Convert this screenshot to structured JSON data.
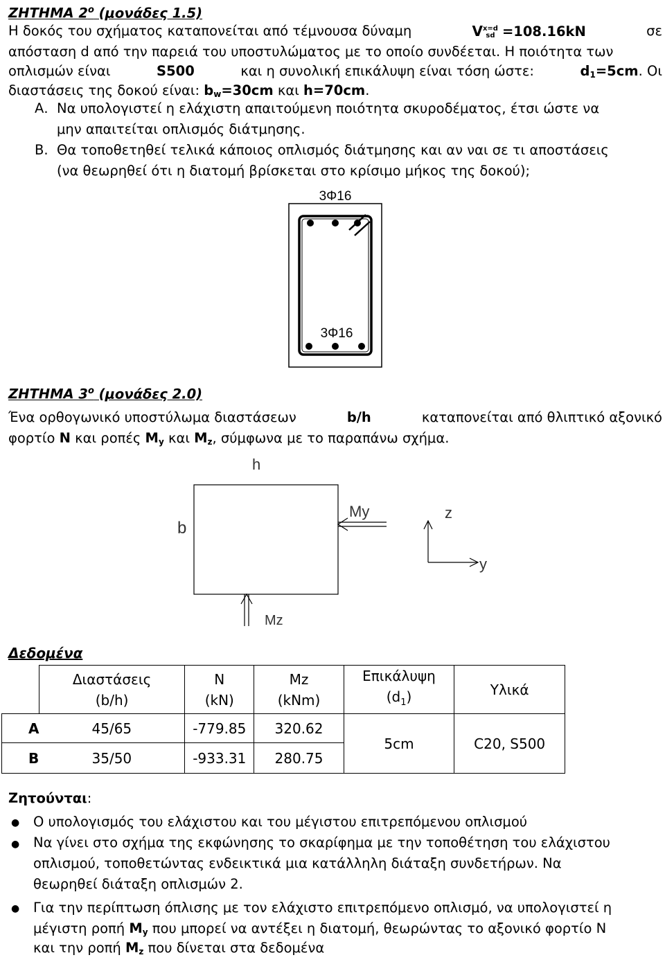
{
  "q2": {
    "heading": "ΖΗΤΗΜΑ 2",
    "heading_sup": "ο",
    "heading_rest": " (μονάδες 1.5)",
    "l1_a": "Η δοκός του σχήματος καταπονείται από τέμνουσα δύναμη",
    "l1_v": "V",
    "l1_vsup": "x=d",
    "l1_vsub": "sd",
    "l1_val": "=108.16kN",
    "l1_b": "σε",
    "l2": "απόσταση d από την παρειά του υποστυλώματος με το οποίο συνδέεται. Η ποιότητα των",
    "l3_a": "οπλισμών είναι",
    "l3_b": "S500",
    "l3_c": "και η συνολική επικάλυψη είναι τόση ώστε:",
    "l3_d": "d",
    "l3_dsub": "1",
    "l3_e": "=5cm",
    "l3_f": ". Οι",
    "l4_a": "διαστάσεις της δοκού είναι: ",
    "l4_b": "b",
    "l4_bsub": "w",
    "l4_c": "=30cm",
    "l4_d": " και ",
    "l4_e": "h=70cm",
    "l4_f": ".",
    "itemA_label": "Α.",
    "itemA_1": "Να υπολογιστεί η ελάχιστη απαιτούμενη ποιότητα σκυροδέματος, έτσι ώστε να",
    "itemA_2": "μην απαιτείται οπλισμός διάτμησης.",
    "itemB_label": "Β.",
    "itemB_1": "Θα τοποθετηθεί τελικά κάποιος οπλισμός διάτμησης και αν ναι σε τι αποστάσεις",
    "itemB_2": "(να θεωρηθεί ότι η διατομή βρίσκεται στο κρίσιμο μήκος της δοκού);",
    "fig_top_label": "3Φ16",
    "fig_bottom_label": "3Φ16"
  },
  "q3": {
    "heading": "ΖΗΤΗΜΑ 3",
    "heading_sup": "ο",
    "heading_rest": " (μονάδες 2.0)",
    "l1_a": "Ένα ορθογωνικό υποστύλωμα διαστάσεων",
    "l1_b": "b/h",
    "l1_c": "καταπονείται από θλιπτικό αξονικό",
    "l2_a": "φορτίο ",
    "l2_b": "Ν",
    "l2_c": " και ροπές ",
    "l2_d": "Μ",
    "l2_dsub": "y",
    "l2_e": " και ",
    "l2_f": "Μ",
    "l2_fsub": "z",
    "l2_g": ", σύμφωνα με το παραπάνω σχήμα.",
    "fig": {
      "h": "h",
      "b": "b",
      "my": "My",
      "mz": "Mz",
      "z": "z",
      "y": "y"
    }
  },
  "data_heading": "Δεδομένα",
  "table": {
    "h_dims_1": "Διαστάσεις",
    "h_dims_2": "(b/h)",
    "h_n_1": "Ν",
    "h_n_2": "(kN)",
    "h_mz_1": "Mz",
    "h_mz_2": "(kNm)",
    "h_cover_1": "Επικάλυψη",
    "h_cover_2a": "(d",
    "h_cover_2sub": "1",
    "h_cover_2b": ")",
    "h_mat": "Υλικά",
    "rows": [
      {
        "label": "A",
        "dims": "45/65",
        "n": "-779.85",
        "mz": "320.62"
      },
      {
        "label": "B",
        "dims": "35/50",
        "n": "-933.31",
        "mz": "280.75"
      }
    ],
    "cover": "5cm",
    "materials": "C20, S500"
  },
  "required_heading": "Ζητούνται",
  "required_colon": ":",
  "bullets": {
    "b1": "Ο υπολογισμός του ελάχιστου και του μέγιστου επιτρεπόμενου οπλισμού",
    "b2_1": "Να γίνει στο σχήμα της εκφώνησης το σκαρίφημα με την τοποθέτηση του ελάχιστου",
    "b2_2": "οπλισμού, τοποθετώντας ενδεικτικά μια κατάλληλη διάταξη συνδετήρων. Να",
    "b2_3": "θεωρηθεί διάταξη οπλισμών 2.",
    "b3_1": "Για την περίπτωση όπλισης με τον ελάχιστο επιτρεπόμενο οπλισμό, να υπολογιστεί η",
    "b3_2a": "μέγιστη ροπή ",
    "b3_2b": "Μ",
    "b3_2bsub": "y",
    "b3_2c": " που μπορεί να αντέξει η διατομή, θεωρώντας το αξονικό φορτίο Ν",
    "b3_3a": "και την ροπή ",
    "b3_3b": "Μ",
    "b3_3bsub": "z",
    "b3_3c": " που δίνεται στα δεδομένα"
  },
  "bullet_glyph": "●"
}
